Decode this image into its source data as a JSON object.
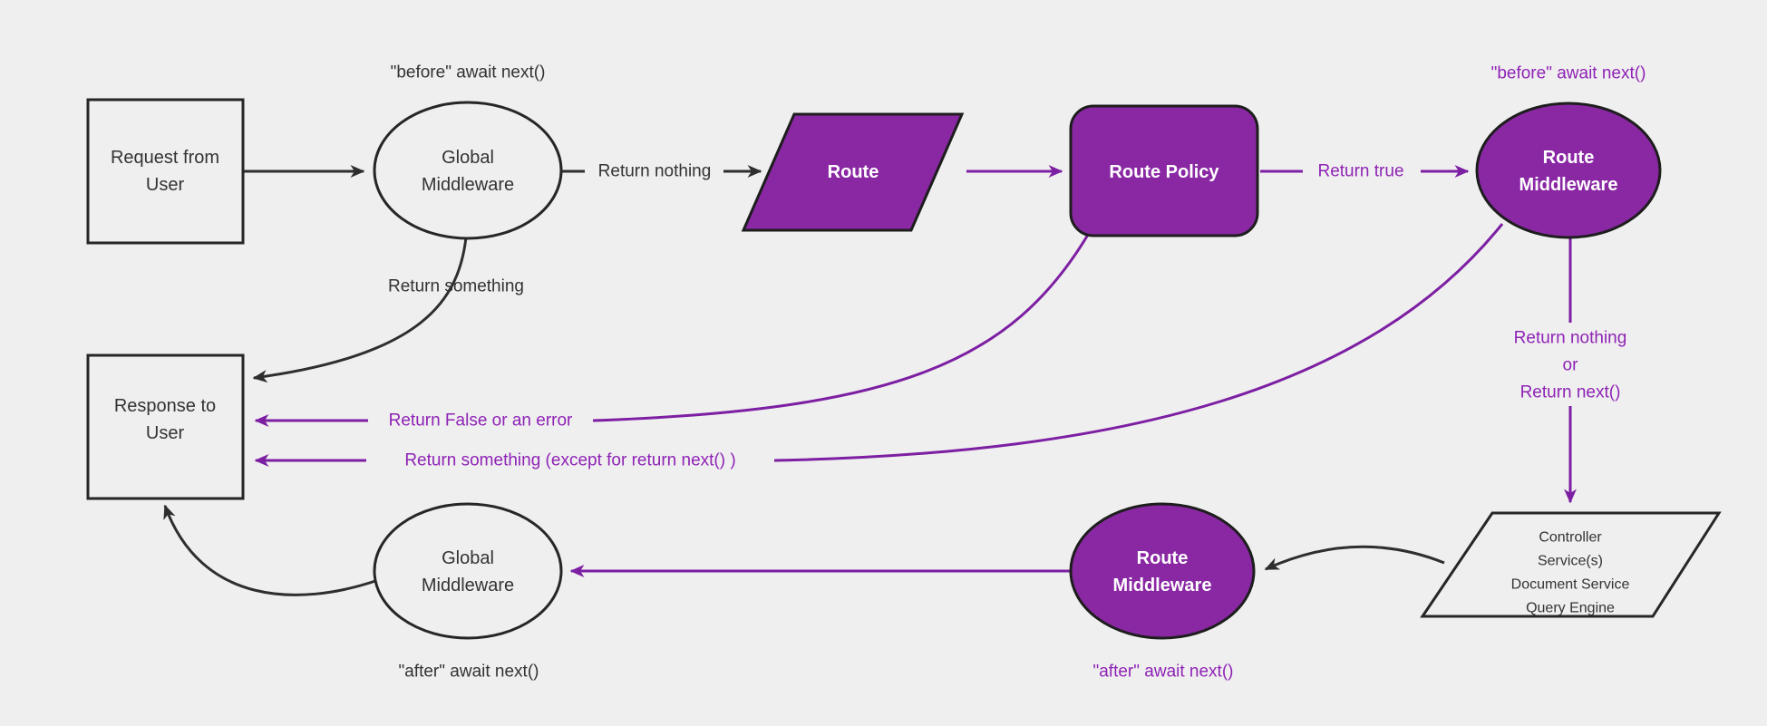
{
  "colors": {
    "background": "#f0eff0",
    "node_fill_purple": "#8a28a4",
    "node_border": "#262626",
    "arrow_black": "#2e2e2e",
    "arrow_purple": "#7c1fa2",
    "label_purple": "#8e24b5",
    "node_text_dark": "#333333",
    "node_text_white": "#ffffff"
  },
  "nodes": {
    "request": {
      "line1": "Request from",
      "line2": "User"
    },
    "global_middleware_top": {
      "line1": "Global",
      "line2": "Middleware"
    },
    "route": {
      "label": "Route"
    },
    "route_policy": {
      "label": "Route Policy"
    },
    "route_middleware_top": {
      "line1": "Route",
      "line2": "Middleware"
    },
    "controller": {
      "line1": "Controller",
      "line2": "Service(s)",
      "line3": "Document Service",
      "line4": "Query Engine"
    },
    "route_middleware_bottom": {
      "line1": "Route",
      "line2": "Middleware"
    },
    "global_middleware_bottom": {
      "line1": "Global",
      "line2": "Middleware"
    },
    "response": {
      "line1": "Response to",
      "line2": "User"
    }
  },
  "edge_labels": {
    "before_global": "\"before\" await next()",
    "return_nothing": "Return nothing",
    "return_true": "Return true",
    "before_route": "\"before\" await next()",
    "return_nothing_or_1": "Return nothing",
    "return_nothing_or_2": "or",
    "return_nothing_or_3": "Return next()",
    "return_something": "Return something",
    "return_false": "Return False or an error",
    "return_something_except": "Return something (except for return next() )",
    "after_route": "\"after\" await next()",
    "after_global": "\"after\" await next()"
  }
}
